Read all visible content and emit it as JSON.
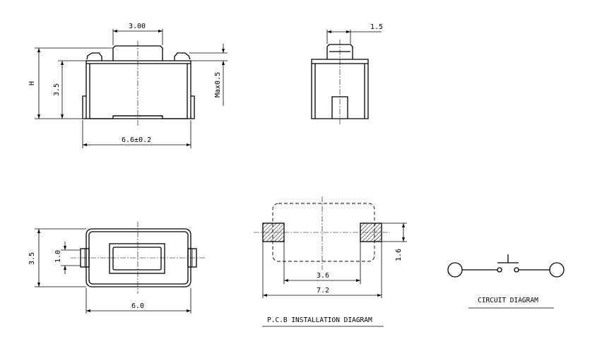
{
  "dimensions": {
    "top_width": "3.00",
    "side_width": "1.5",
    "height_label": "H",
    "body_height": "3.5",
    "stem_height": "Max0.5",
    "front_width": "6.6±0.2",
    "bottom_height": "3.5",
    "pad_height": "1.0",
    "bottom_width": "6.0",
    "pcb_inner": "3.6",
    "pcb_outer": "7.2",
    "pcb_pad": "1.6"
  },
  "captions": {
    "pcb": "P.C.B INSTALLATION DIAGRAM",
    "circuit": "CIRCUIT DIAGRAM"
  }
}
